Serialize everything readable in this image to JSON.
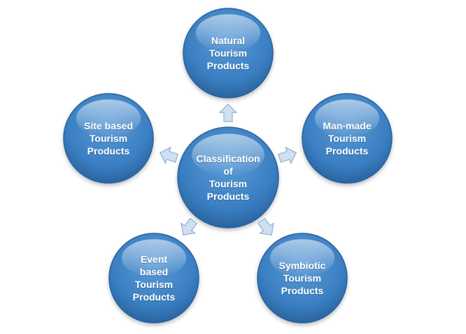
{
  "center": {
    "label": "Classification\nof\nTourism\nProducts"
  },
  "nodes": [
    {
      "id": "natural",
      "label": "Natural\nTourism\nProducts"
    },
    {
      "id": "man-made",
      "label": "Man-made\nTourism\nProducts"
    },
    {
      "id": "symbiotic",
      "label": "Symbiotic\nTourism\nProducts"
    },
    {
      "id": "event-based",
      "label": "Event\nbased\nTourism\nProducts"
    },
    {
      "id": "site-based",
      "label": "Site based\nTourism\nProducts"
    }
  ],
  "colors": {
    "circle_fill": "#3a7fc2",
    "circle_edge": "#2a64a0",
    "circle_highlight": "#7fb3e6",
    "arrow_fill": "#cfe0f1",
    "arrow_edge": "#8fb0d2"
  }
}
